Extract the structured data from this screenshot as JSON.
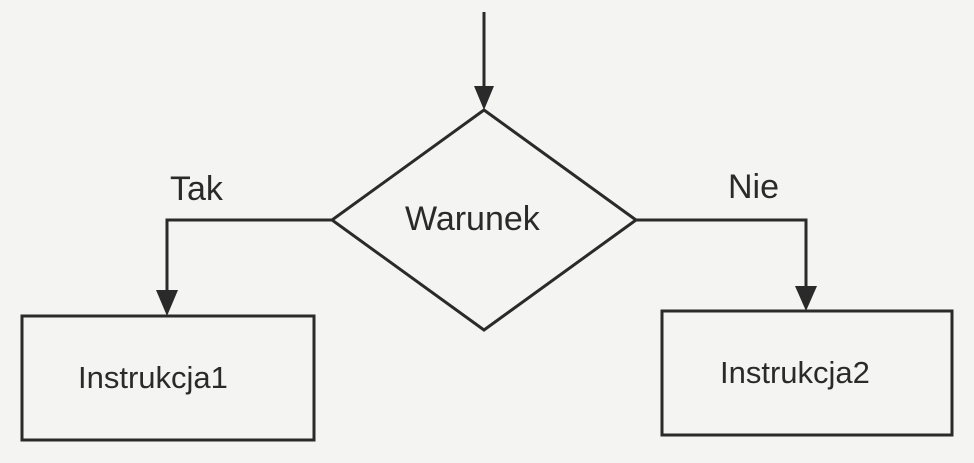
{
  "flowchart": {
    "condition": "Warunek",
    "yes_label": "Tak",
    "no_label": "Nie",
    "yes_box": "Instrukcja1",
    "no_box": "Instrukcja2"
  }
}
